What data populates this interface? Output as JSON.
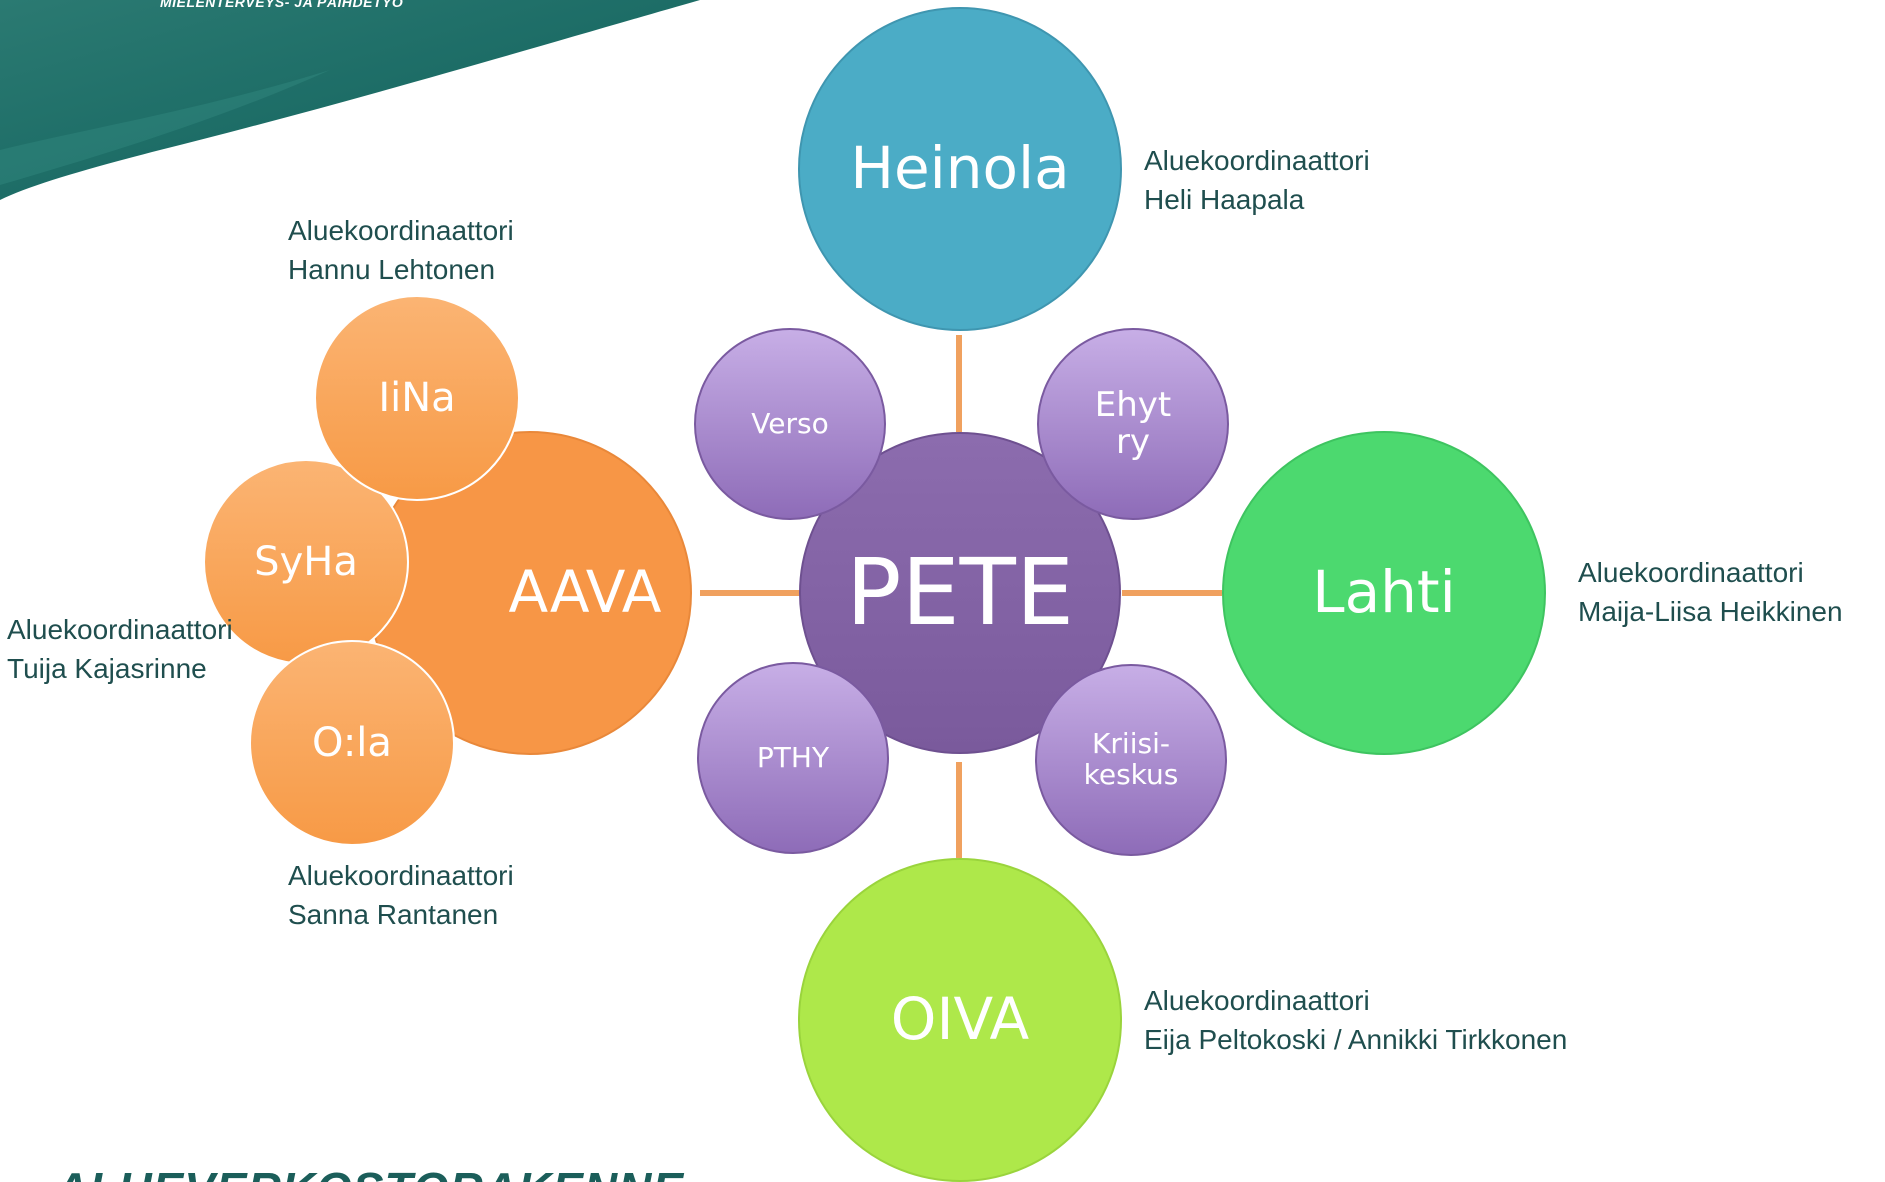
{
  "header": {
    "org_text": "MIELENTERVEYS- JA PÄIHDETYÖ",
    "band_color": "#1a6a64"
  },
  "diagram": {
    "center": {
      "label": "PETE"
    },
    "partners": [
      {
        "label": "Verso"
      },
      {
        "label_lines": [
          "Ehyt",
          "ry"
        ]
      },
      {
        "label": "PTHY"
      },
      {
        "label_lines": [
          "Kriisi-",
          "keskus"
        ]
      }
    ],
    "regions": {
      "heinola": {
        "label": "Heinola",
        "caption": [
          "Aluekoordinaattori",
          "Heli Haapala"
        ]
      },
      "lahti": {
        "label": "Lahti",
        "caption": [
          "Aluekoordinaattori",
          "Maija-Liisa Heikkinen"
        ]
      },
      "oiva": {
        "label": "OIVA",
        "caption": [
          "Aluekoordinaattori",
          "Eija Peltokoski / Annikki Tirkkonen"
        ]
      },
      "aava": {
        "label": "AAVA"
      }
    },
    "aava_subareas": {
      "iina": {
        "label": "IiNa",
        "caption": [
          "Aluekoordinaattori",
          "Hannu Lehtonen"
        ]
      },
      "syha": {
        "label": "SyHa",
        "caption": [
          "Aluekoordinaattori",
          "Tuija Kajasrinne"
        ]
      },
      "oila": {
        "label": "O:la",
        "caption": [
          "Aluekoordinaattori",
          "Sanna Rantanen"
        ]
      }
    }
  },
  "footer": {
    "title": "ALUEVERKOSTORAKENNE"
  },
  "colors": {
    "connector": "#f0a15f",
    "center": "#7f62a0",
    "heinola": "#4bacc6",
    "lahti": "#4cd96f",
    "oiva": "#aee84a",
    "aava": "#f79646",
    "aava_small": "#f9a85e",
    "partner": "#a486cc",
    "caption_text": "#1f4e4e"
  }
}
